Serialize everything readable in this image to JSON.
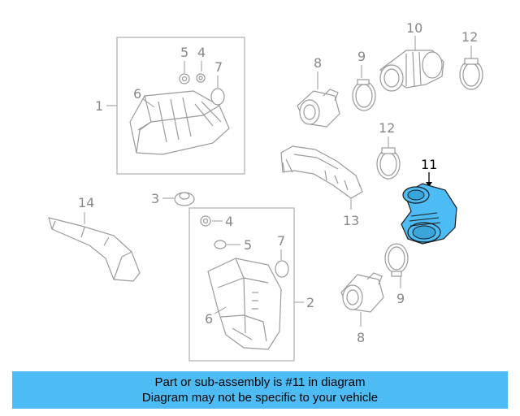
{
  "diagram": {
    "labels": {
      "p1": "1",
      "p2": "2",
      "p3": "3",
      "p4a": "4",
      "p4b": "4",
      "p5a": "5",
      "p5b": "5",
      "p6a": "6",
      "p6b": "6",
      "p7a": "7",
      "p7b": "7",
      "p8a": "8",
      "p8b": "8",
      "p9a": "9",
      "p9b": "9",
      "p10": "10",
      "p11": "11",
      "p12a": "12",
      "p12b": "12",
      "p13": "13",
      "p14": "14"
    },
    "highlight_color": "#4dbcf5"
  },
  "banner": {
    "line1": "Part or sub-assembly is #11 in diagram",
    "line2": "Diagram may not be specific to your vehicle",
    "color": "#4dbcf5"
  }
}
